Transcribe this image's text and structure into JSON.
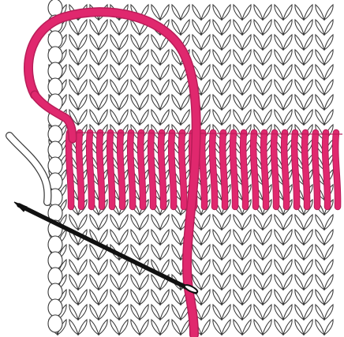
{
  "illustration": {
    "subject": "knitting-stitch-diagram",
    "colors": {
      "background": "#ffffff",
      "knit_outline": "#3a3a3a",
      "knit_fill": "#ffffff",
      "yarn": "#e0286e",
      "yarn_shade": "#b81d58",
      "needle": "#111111"
    },
    "icon_names": [
      "knit-fabric",
      "yarn-strand",
      "tapestry-needle",
      "stitch-band"
    ]
  }
}
